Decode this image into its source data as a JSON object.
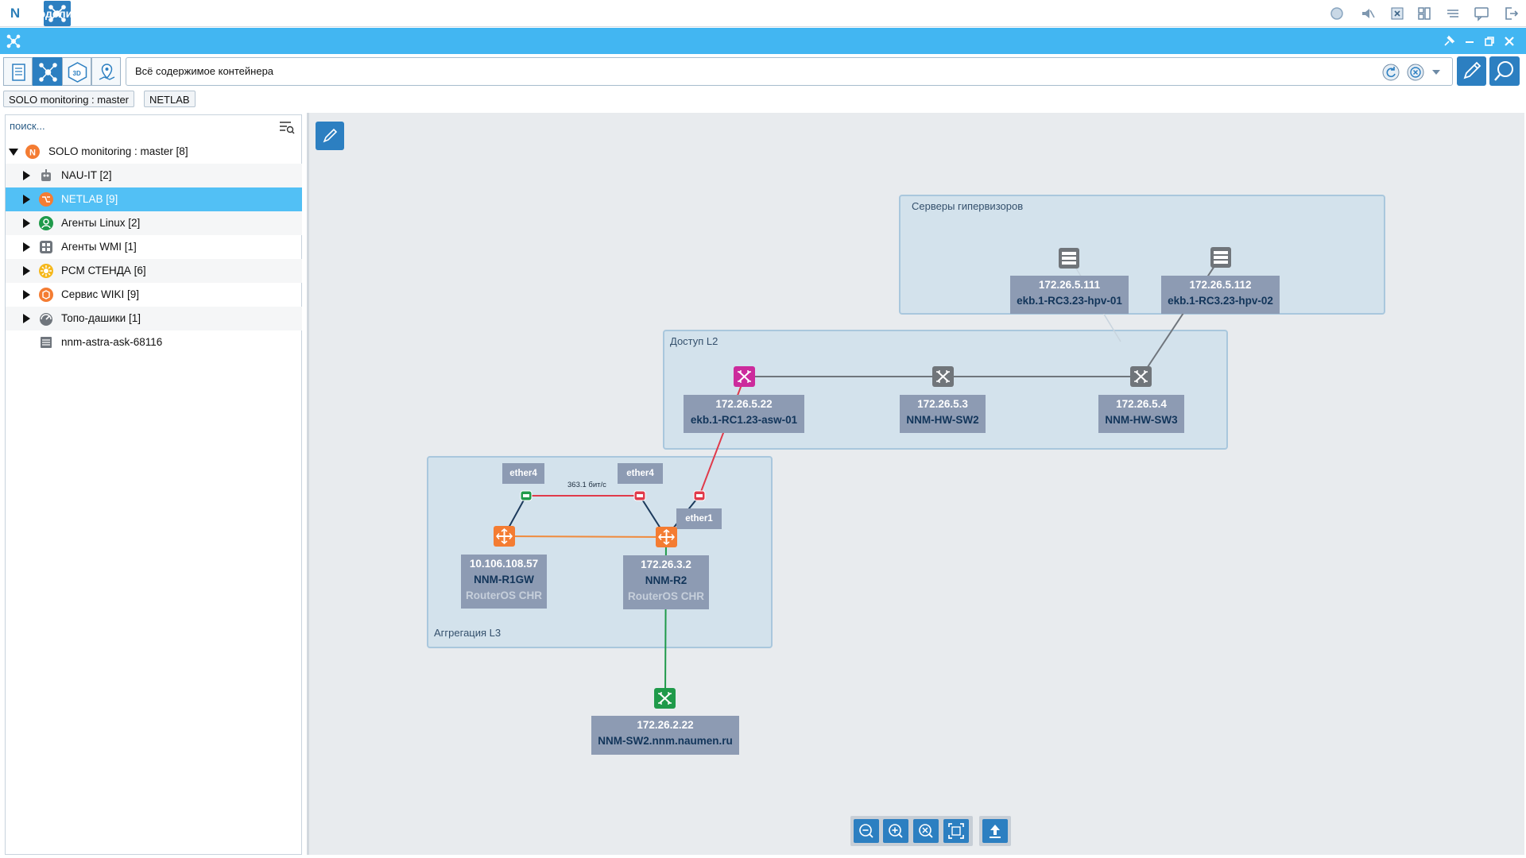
{
  "app": {
    "logo": "N",
    "top_icons": [
      "record-icon",
      "mute-icon",
      "window-close-icon",
      "layout-icon",
      "list-icon",
      "chat-icon",
      "logout-icon"
    ]
  },
  "window": {
    "title": "Модели"
  },
  "toolbar": {
    "modes": [
      "document-icon",
      "topology-icon",
      "3d-icon",
      "map-pin-icon"
    ],
    "filter_text": "Всё содержимое контейнера"
  },
  "breadcrumb": [
    "SOLO monitoring : master",
    "NETLAB"
  ],
  "tree": {
    "search_placeholder": "поиск...",
    "root": {
      "label": "SOLO monitoring : master [8]"
    },
    "items": [
      {
        "label": "NAU-IT [2]",
        "icon": "robot-icon"
      },
      {
        "label": "NETLAB [9]",
        "icon": "network-icon",
        "selected": true
      },
      {
        "label": "Агенты Linux [2]",
        "icon": "linux-agent-icon"
      },
      {
        "label": "Агенты WMI [1]",
        "icon": "wmi-agent-icon"
      },
      {
        "label": "РСМ СТЕНДА [6]",
        "icon": "gear-cluster-icon"
      },
      {
        "label": "Сервис WIKI [9]",
        "icon": "wiki-service-icon"
      },
      {
        "label": "Топо-дашики [1]",
        "icon": "dashboard-icon"
      },
      {
        "label": "nnm-astra-ask-68116",
        "icon": "server-icon"
      }
    ]
  },
  "topology": {
    "groups": {
      "hypervisors": "Серверы гипервизоров",
      "access": "Доступ L2",
      "aggregation": "Аггрегация L3"
    },
    "nodes": {
      "hpv1": {
        "ip": "172.26.5.111",
        "name": "ekb.1-RC3.23-hpv-01"
      },
      "hpv2": {
        "ip": "172.26.5.112",
        "name": "ekb.1-RC3.23-hpv-02"
      },
      "asw": {
        "ip": "172.26.5.22",
        "name": "ekb.1-RC1.23-asw-01"
      },
      "sw2": {
        "ip": "172.26.5.3",
        "name": "NNM-HW-SW2"
      },
      "sw3": {
        "ip": "172.26.5.4",
        "name": "NNM-HW-SW3"
      },
      "r1": {
        "ip": "10.106.108.57",
        "name": "NNM-R1GW",
        "model": "RouterOS CHR"
      },
      "r2": {
        "ip": "172.26.3.2",
        "name": "NNM-R2",
        "model": "RouterOS CHR"
      },
      "sw_nnm": {
        "ip": "172.26.2.22",
        "name": "NNM-SW2.nnm.naumen.ru"
      }
    },
    "ports": {
      "p1": "ether4",
      "p2": "ether4",
      "p3": "ether1"
    },
    "link_speed": "363.1 бит/с",
    "colors": {
      "link_gray": "#6f757c",
      "link_red": "#e03a4a",
      "link_orange": "#f08a3c",
      "link_green": "#1f9a4a",
      "link_navy": "#1c3a5c",
      "router": "#f47c32",
      "switch_magenta": "#cc2b9c",
      "switch_gray": "#70757a",
      "switch_green": "#1f9a4a"
    }
  },
  "zoom_controls": [
    "zoom-out-icon",
    "zoom-in-icon",
    "zoom-reset-icon",
    "fit-icon",
    "export-icon"
  ]
}
